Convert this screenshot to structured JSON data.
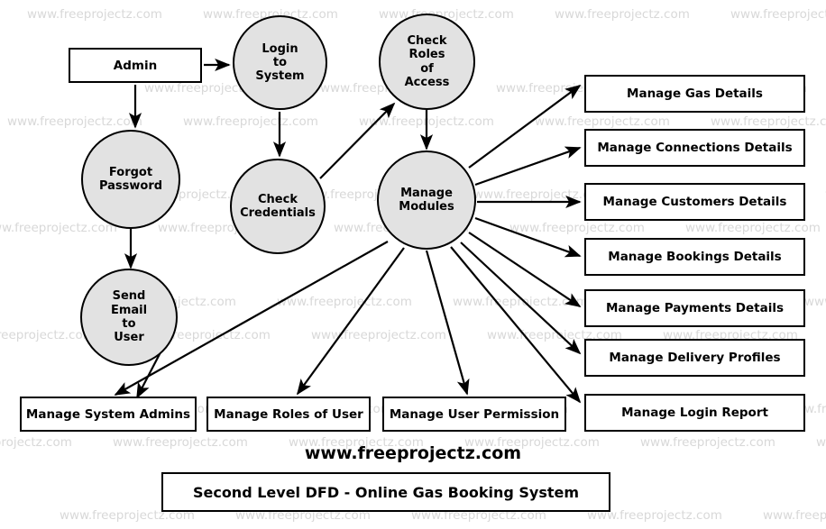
{
  "diagram": {
    "title": "Second Level DFD - Online Gas Booking System",
    "brand": "www.freeprojectz.com",
    "watermark_text": "www.freeprojectz.com",
    "colors": {
      "process_fill": "#e2e2e2",
      "entity_fill": "#ffffff",
      "stroke": "#000000",
      "watermark": "#d8d8d8"
    }
  },
  "entities": [
    {
      "id": "admin",
      "label": "Admin"
    }
  ],
  "processes": [
    {
      "id": "login-to-system",
      "label": "Login\nto\nSystem"
    },
    {
      "id": "check-roles-of-access",
      "label": "Check\nRoles\nof\nAccess"
    },
    {
      "id": "forgot-password",
      "label": "Forgot\nPassword"
    },
    {
      "id": "check-credentials",
      "label": "Check\nCredentials"
    },
    {
      "id": "manage-modules",
      "label": "Manage\nModules"
    },
    {
      "id": "send-email-to-user",
      "label": "Send\nEmail\nto\nUser"
    }
  ],
  "right_stores": [
    {
      "id": "manage-gas-details",
      "label": "Manage Gas Details"
    },
    {
      "id": "manage-connections-details",
      "label": "Manage Connections Details"
    },
    {
      "id": "manage-customers-details",
      "label": "Manage Customers Details"
    },
    {
      "id": "manage-bookings-details",
      "label": "Manage Bookings Details"
    },
    {
      "id": "manage-payments-details",
      "label": "Manage Payments Details"
    },
    {
      "id": "manage-delivery-profiles",
      "label": "Manage Delivery Profiles"
    },
    {
      "id": "manage-login-report-right",
      "label": "Manage Login  Report"
    }
  ],
  "bottom_stores": [
    {
      "id": "manage-system-admins",
      "label": "Manage System Admins"
    },
    {
      "id": "manage-roles-of-user",
      "label": "Manage Roles of User"
    },
    {
      "id": "manage-user-permission",
      "label": "Manage User Permission"
    }
  ],
  "labels": {
    "admin": "Admin",
    "login_l1": "Login",
    "login_l2": "to",
    "login_l3": "System",
    "roles_l1": "Check",
    "roles_l2": "Roles",
    "roles_l3": "of",
    "roles_l4": "Access",
    "forgot_l1": "Forgot",
    "forgot_l2": "Password",
    "cred_l1": "Check",
    "cred_l2": "Credentials",
    "modules_l1": "Manage",
    "modules_l2": "Modules",
    "send_l1": "Send",
    "send_l2": "Email",
    "send_l3": "to",
    "send_l4": "User"
  }
}
